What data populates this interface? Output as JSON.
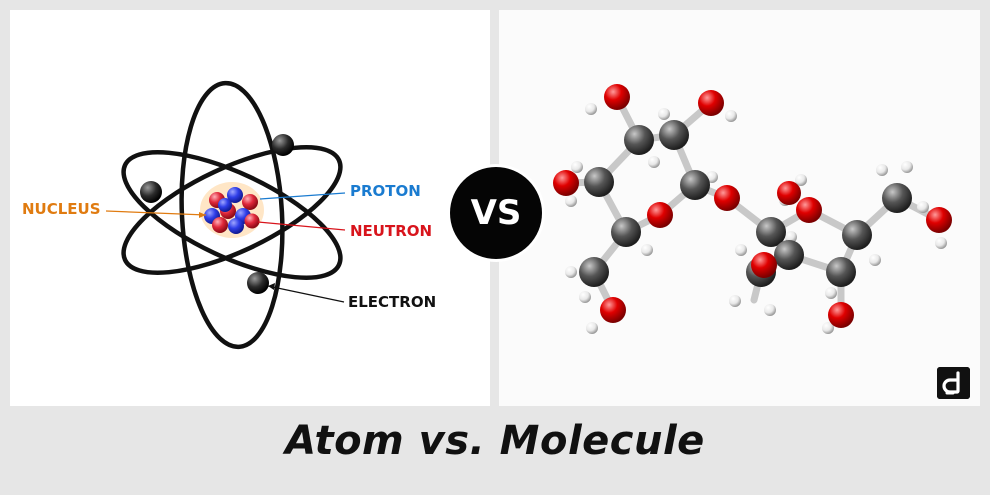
{
  "atom": {
    "labels": {
      "nucleus": "NUCLEUS",
      "proton": "PROTON",
      "neutron": "NEUTRON",
      "electron": "ELECTRON"
    }
  },
  "vs_label": "VS",
  "title": "Atom vs. Molecule",
  "colors": {
    "nucleus_label": "#e07b10",
    "proton_label": "#1a7bd0",
    "neutron_label": "#d8141c",
    "electron_label": "#111111",
    "proton": "#2f3ee8",
    "neutron": "#e0283a",
    "oxygen": "#e00000",
    "carbon": "#555555",
    "hydrogen": "#f2f2f2"
  },
  "icons": [
    "brand-logo-icon"
  ]
}
